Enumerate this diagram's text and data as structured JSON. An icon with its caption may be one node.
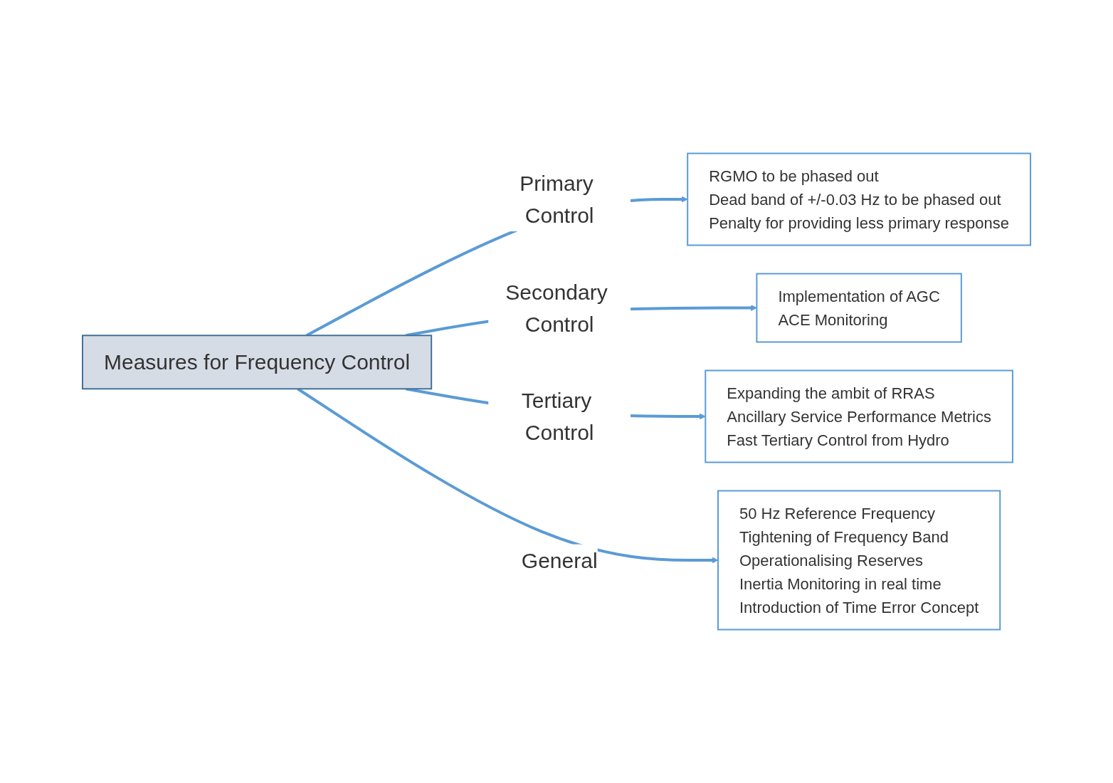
{
  "diagram": {
    "nodes": [
      {
        "text": [
          "Measures for Frequency Control"
        ]
      },
      {
        "text": [
          "RGMO to be phased out",
          "Dead band of +/-0.03 Hz to be phased out",
          "Penalty for providing less primary response"
        ]
      },
      {
        "text": [
          "Implementation of AGC",
          "ACE Monitoring"
        ]
      },
      {
        "text": [
          "Expanding the ambit of RRAS",
          "Ancillary Service Performance Metrics",
          "Fast Tertiary Control from Hydro"
        ]
      },
      {
        "text": [
          "50 Hz Reference Frequency",
          "Tightening of Frequency Band",
          "Operationalising Reserves",
          "Inertia Monitoring in real time",
          "Introduction of Time Error Concept"
        ]
      }
    ],
    "edges": [
      {
        "from": 0,
        "to": 1,
        "arrow": "to",
        "label": "Primary Control",
        "color": "#5b9bd5"
      },
      {
        "from": 0,
        "to": 2,
        "arrow": "to",
        "label": "Secondary Control",
        "color": "#5b9bd5"
      },
      {
        "from": 0,
        "to": 3,
        "arrow": "to",
        "label": "Tertiary Control",
        "color": "#5b9bd5"
      },
      {
        "from": 0,
        "to": 4,
        "arrow": "to",
        "label": "General",
        "color": "#5b9bd5"
      }
    ]
  }
}
